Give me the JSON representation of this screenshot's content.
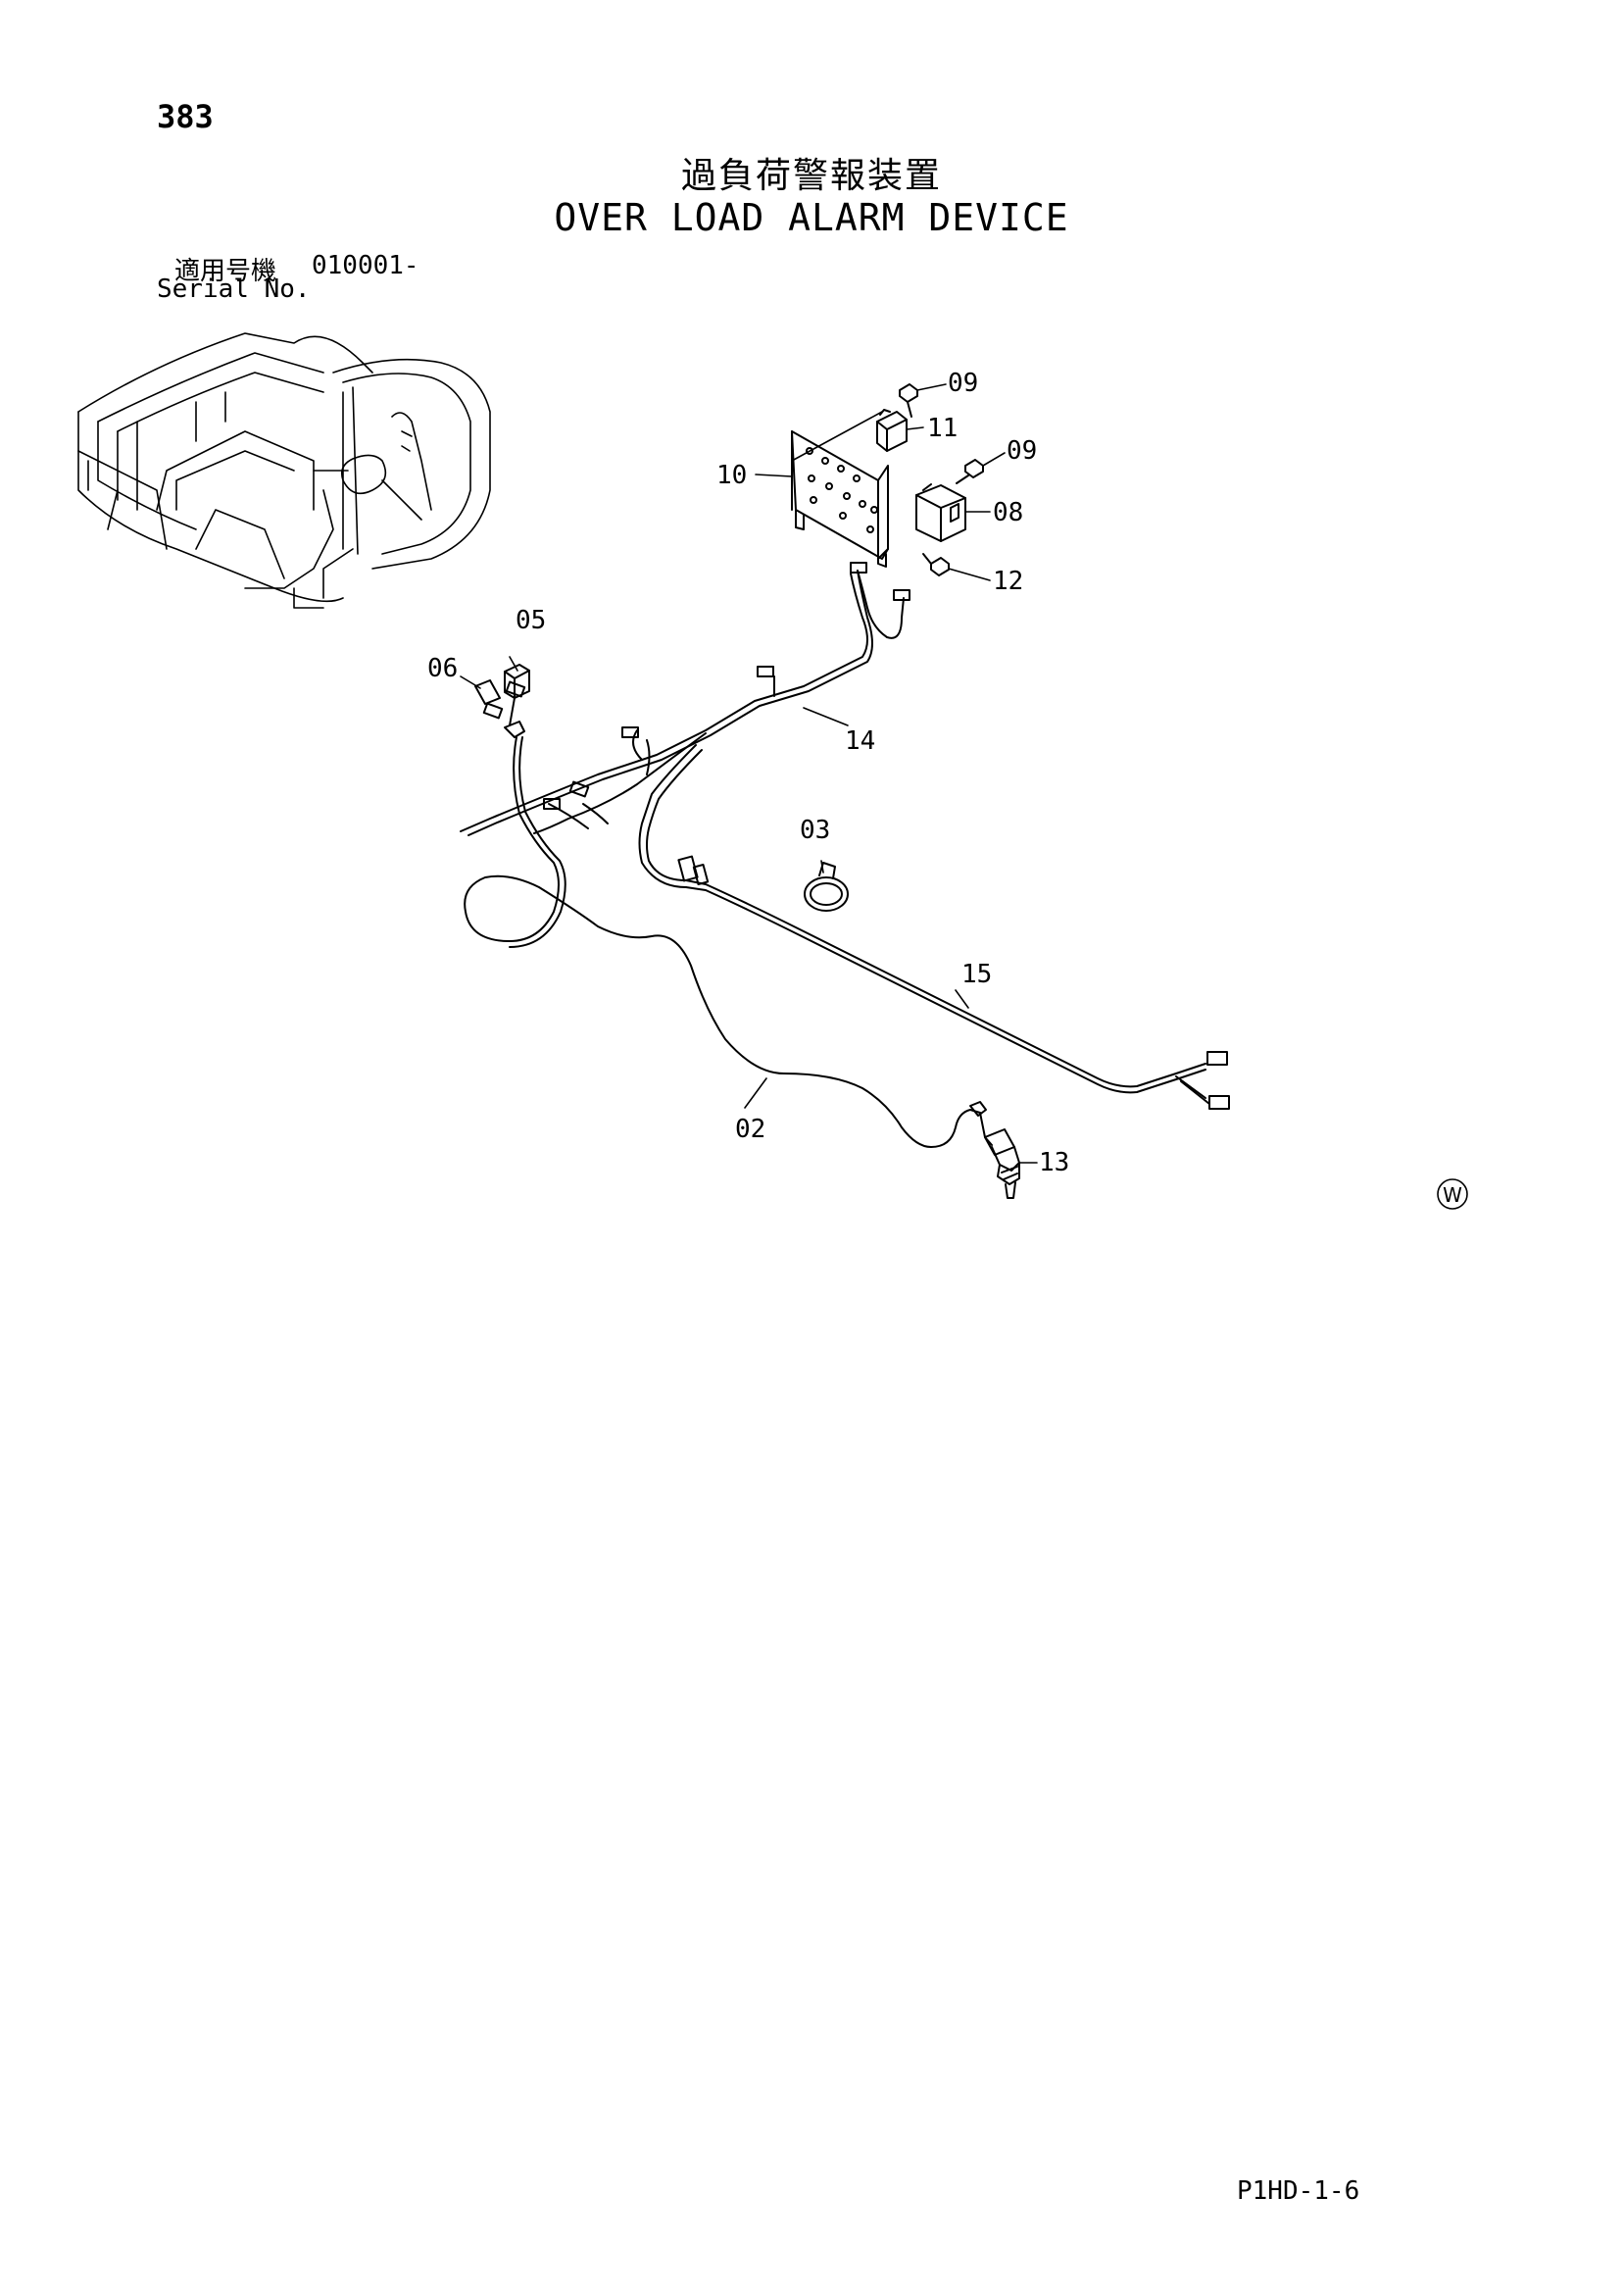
{
  "header": {
    "page_number": "383",
    "title_jp": "過負荷警報装置",
    "title_en": "OVER LOAD ALARM DEVICE",
    "serial_label_jp": "適用号機",
    "serial_value": "010001-",
    "serial_label_en": "Serial No."
  },
  "callouts": [
    "09",
    "11",
    "09",
    "10",
    "08",
    "12",
    "05",
    "06",
    "14",
    "03",
    "15",
    "02",
    "13"
  ],
  "watermark": "W",
  "footer": {
    "page_code": "P1HD-1-6"
  }
}
